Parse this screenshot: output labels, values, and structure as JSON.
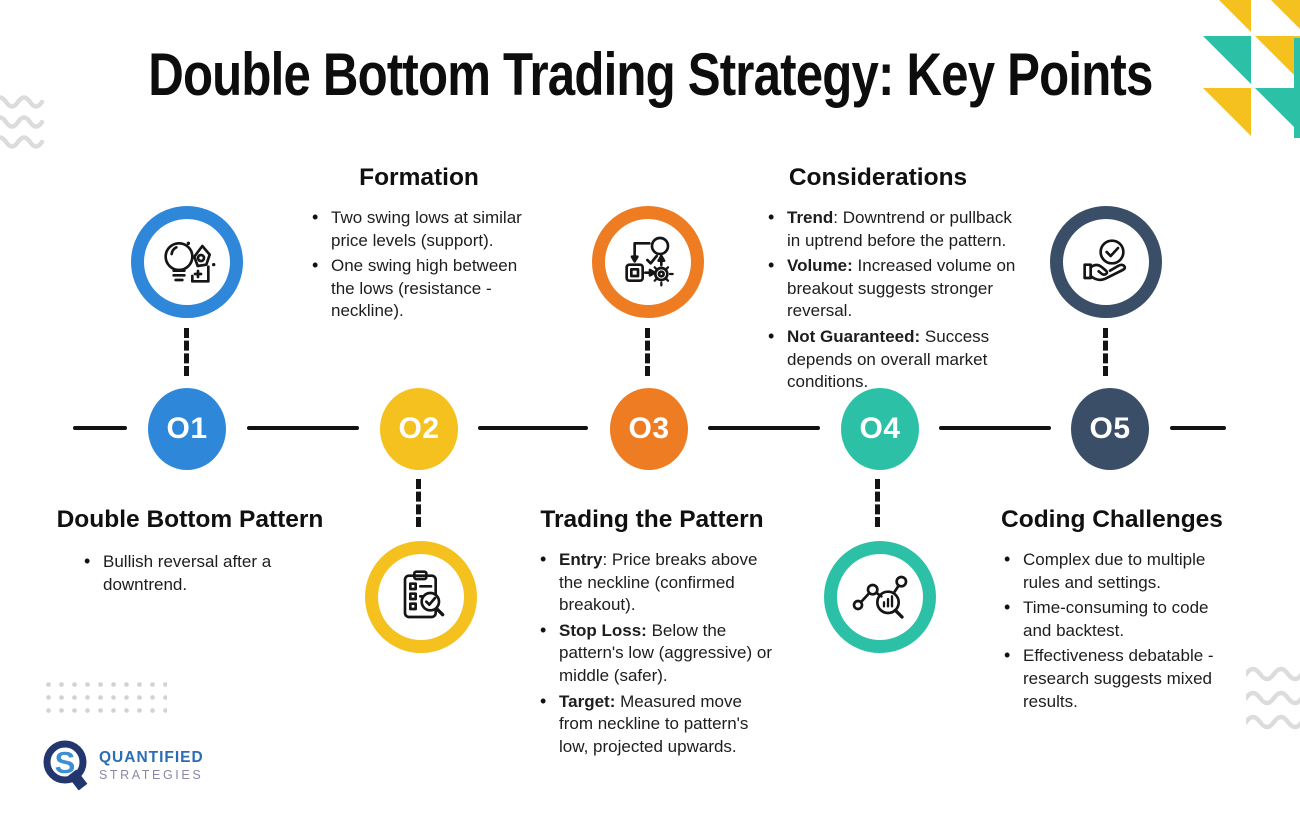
{
  "title": "Double Bottom Trading Strategy: Key Points",
  "colors": {
    "blue": "#2e87d8",
    "yellow": "#f5c11f",
    "orange": "#ee7c23",
    "teal": "#2cc1a6",
    "navy": "#3b4e68",
    "line_black": "#121212",
    "decor_gray": "#dcdcdc",
    "logo_navy": "#23366e",
    "logo_blue": "#3e8ed2"
  },
  "timeline": {
    "items": [
      {
        "label": "O1",
        "color": "#2e87d8"
      },
      {
        "label": "O2",
        "color": "#f5c11f"
      },
      {
        "label": "O3",
        "color": "#ee7c23"
      },
      {
        "label": "O4",
        "color": "#2cc1a6"
      },
      {
        "label": "O5",
        "color": "#3b4e68"
      }
    ]
  },
  "icons": {
    "step1": "lightbulb-pen-idea-icon",
    "step2": "checklist-clipboard-icon",
    "step3": "workflow-process-gear-icon",
    "step4": "chart-magnifier-analysis-icon",
    "step5": "hand-holding-checkmark-icon",
    "logo": "quantified-strategies-q-logo"
  },
  "sections": {
    "pattern": {
      "heading": "Double Bottom Pattern",
      "bullets": [
        {
          "lead": "",
          "text": "Bullish reversal after a downtrend."
        }
      ]
    },
    "formation": {
      "heading": "Formation",
      "bullets": [
        {
          "lead": "",
          "text": "Two swing lows at similar price levels (support)."
        },
        {
          "lead": "",
          "text": "One swing high between the lows (resistance - neckline)."
        }
      ]
    },
    "trading": {
      "heading": "Trading the Pattern",
      "bullets": [
        {
          "lead": "Entry",
          "text": ": Price breaks above the neckline (confirmed breakout)."
        },
        {
          "lead": "Stop Loss:",
          "text": " Below the pattern's low (aggressive) or middle (safer)."
        },
        {
          "lead": "Target:",
          "text": " Measured move from neckline to pattern's low, projected upwards."
        }
      ]
    },
    "considerations": {
      "heading": "Considerations",
      "bullets": [
        {
          "lead": "Trend",
          "text": ": Downtrend or pullback in uptrend before the pattern."
        },
        {
          "lead": "Volume:",
          "text": " Increased volume on breakout suggests stronger reversal."
        },
        {
          "lead": "Not Guaranteed:",
          "text": " Success depends on overall market conditions."
        }
      ]
    },
    "coding": {
      "heading": "Coding Challenges",
      "bullets": [
        {
          "lead": "",
          "text": "Complex due to multiple rules and settings."
        },
        {
          "lead": "",
          "text": "Time-consuming to code and backtest."
        },
        {
          "lead": "",
          "text": "Effectiveness debatable - research suggests mixed results."
        }
      ]
    }
  },
  "logo": {
    "line1": "QUANTIFIED",
    "line2": "STRATEGIES"
  }
}
